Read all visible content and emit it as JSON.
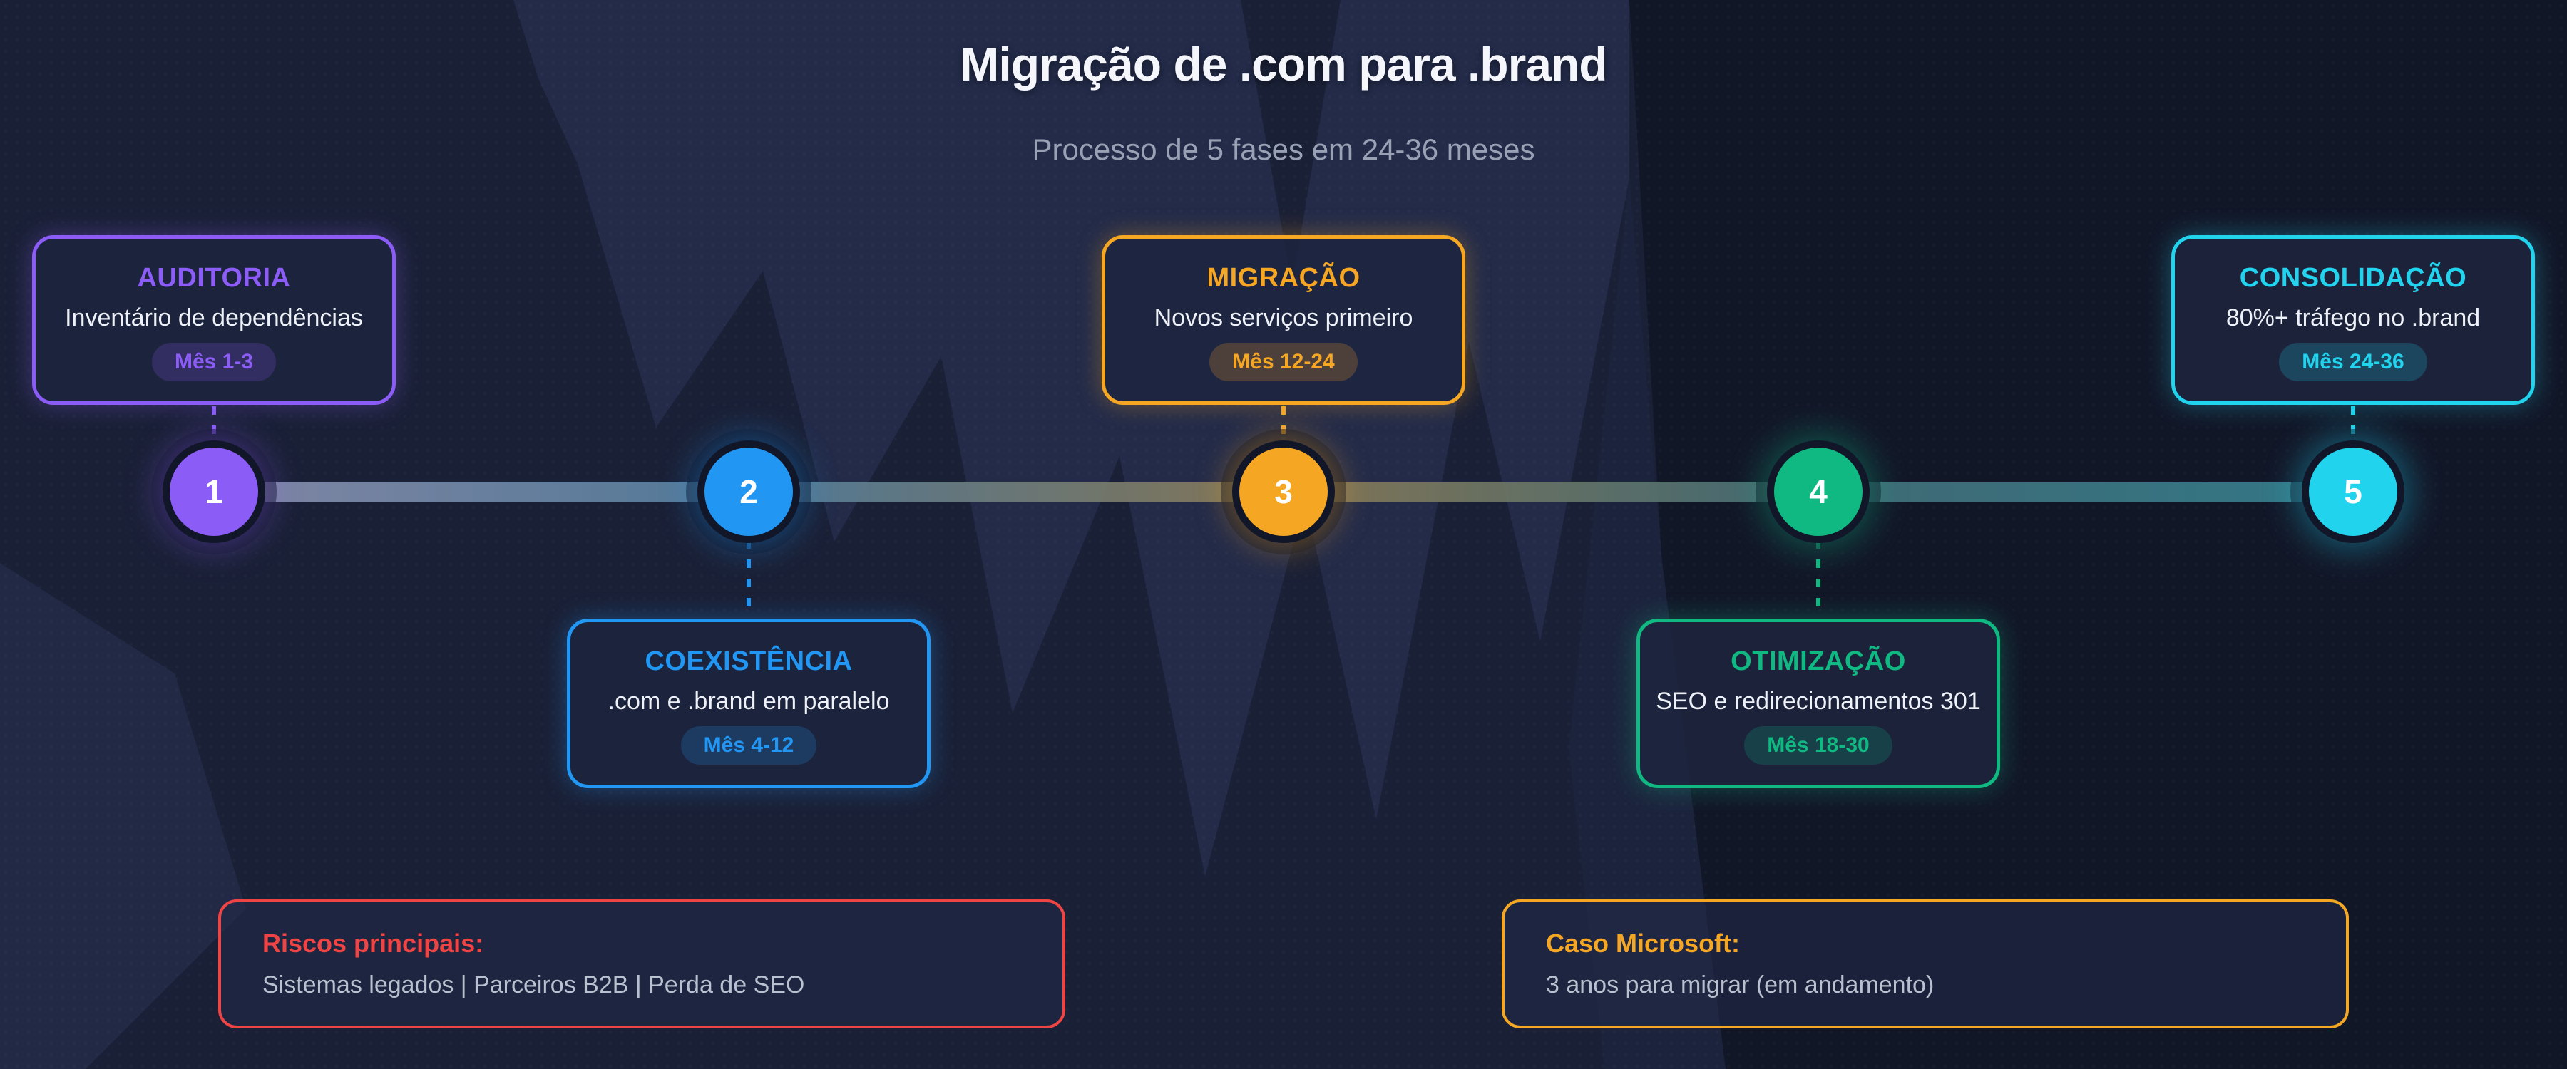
{
  "header": {
    "title": "Migração de .com para .brand",
    "subtitle": "Processo de 5 fases em 24-36 meses"
  },
  "phases": [
    {
      "number": "1",
      "name": "AUDITORIA",
      "description": "Inventário de dependências",
      "badge": "Mês 1-3",
      "color": "#8b5cf6",
      "card_position": "above-timeline"
    },
    {
      "number": "2",
      "name": "COEXISTÊNCIA",
      "description": ".com e .brand em paralelo",
      "badge": "Mês 4-12",
      "color": "#2196f3",
      "card_position": "below-timeline"
    },
    {
      "number": "3",
      "name": "MIGRAÇÃO",
      "description": "Novos serviços primeiro",
      "badge": "Mês 12-24",
      "color": "#f5a623",
      "card_position": "above-timeline"
    },
    {
      "number": "4",
      "name": "OTIMIZAÇÃO",
      "description": "SEO e redirecionamentos 301",
      "badge": "Mês 18-30",
      "color": "#10b981",
      "card_position": "below-timeline"
    },
    {
      "number": "5",
      "name": "CONSOLIDAÇÃO",
      "description": "80%+ tráfego no .brand",
      "badge": "Mês 24-36",
      "color": "#22d3ee",
      "card_position": "above-timeline"
    }
  ],
  "notes": [
    {
      "title": "Riscos principais:",
      "text": "Sistemas legados | Parceiros B2B | Perda de SEO",
      "accent_color": "#ef4444"
    },
    {
      "title": "Caso Microsoft:",
      "text": "3 anos para migrar (em andamento)",
      "accent_color": "#f5a623"
    }
  ],
  "style": {
    "background_color": "#1a2036",
    "background_dark_right": "#121728",
    "watermark_color": "#232b49",
    "card_background": "#1d243e",
    "text_white": "#eef1f8",
    "text_gray": "#99a1b5"
  }
}
